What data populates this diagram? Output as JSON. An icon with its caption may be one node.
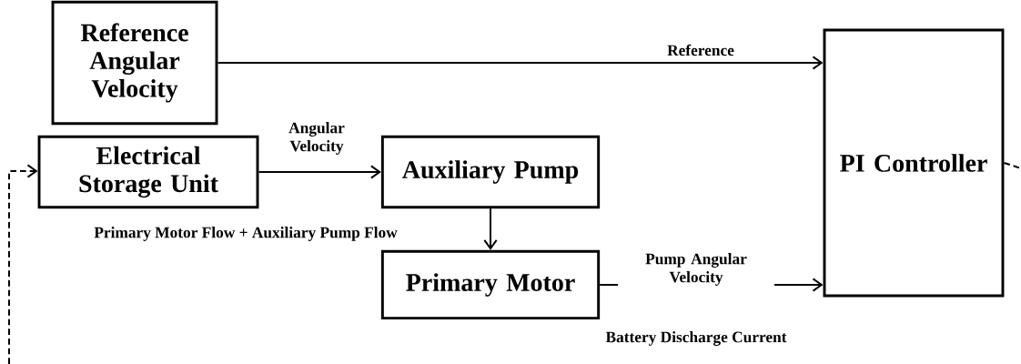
{
  "diagram": {
    "nodes": [
      {
        "text": [
          "Reference Angular Velocity"
        ]
      },
      {
        "text": [
          "Electrical Storage Unit"
        ]
      },
      {
        "text": [
          "Auxiliary Pump"
        ]
      },
      {
        "text": [
          "Primary Motor"
        ]
      },
      {
        "text": [
          "PI Controller"
        ]
      }
    ],
    "edges": [
      {
        "from": 0,
        "to": 4,
        "arrow": "to",
        "label": "Reference"
      },
      {
        "from": 1,
        "to": 2,
        "arrow": "to",
        "label": "Angular Velocity"
      },
      {
        "from": 2,
        "to": 3,
        "arrow": "to"
      },
      {
        "from": 3,
        "to": 4,
        "arrow": "to",
        "label": "Pump Angular Velocity"
      },
      {
        "from": 4,
        "to": null,
        "arrow": "none",
        "style": "dashed"
      },
      {
        "from": null,
        "to": 1,
        "arrow": "to",
        "style": "dashed"
      }
    ],
    "labels": [
      "Primary Motor Flow + Auxiliary Pump Flow",
      "Battery Discharge Current"
    ]
  }
}
